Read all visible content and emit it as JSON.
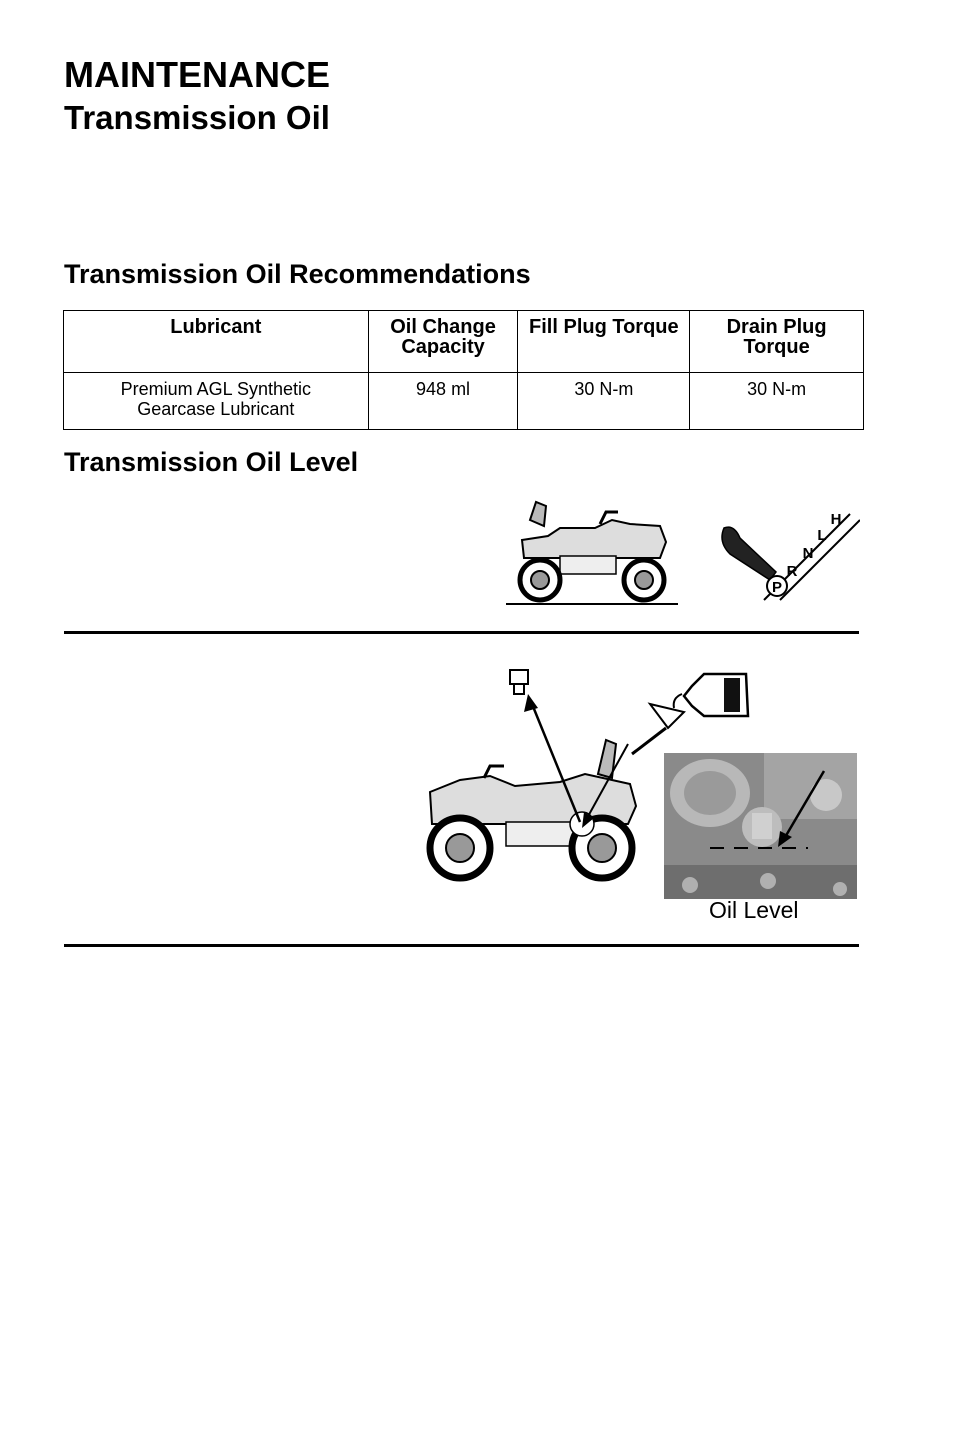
{
  "header": {
    "section": "MAINTENANCE",
    "title": "Transmission Oil"
  },
  "recommendations": {
    "heading": "Transmission Oil Recommendations",
    "columns": [
      "Lubricant",
      "Oil Change Capacity",
      "Fill Plug Torque",
      "Drain Plug Torque"
    ],
    "rows": [
      [
        "Premium AGL Synthetic Gearcase Lubricant",
        "948 ml",
        "30 N-m",
        "30 N-m"
      ]
    ]
  },
  "level": {
    "heading": "Transmission Oil Level",
    "shift_labels": [
      "P",
      "R",
      "N",
      "L",
      "H"
    ],
    "caption": "Oil Level"
  }
}
